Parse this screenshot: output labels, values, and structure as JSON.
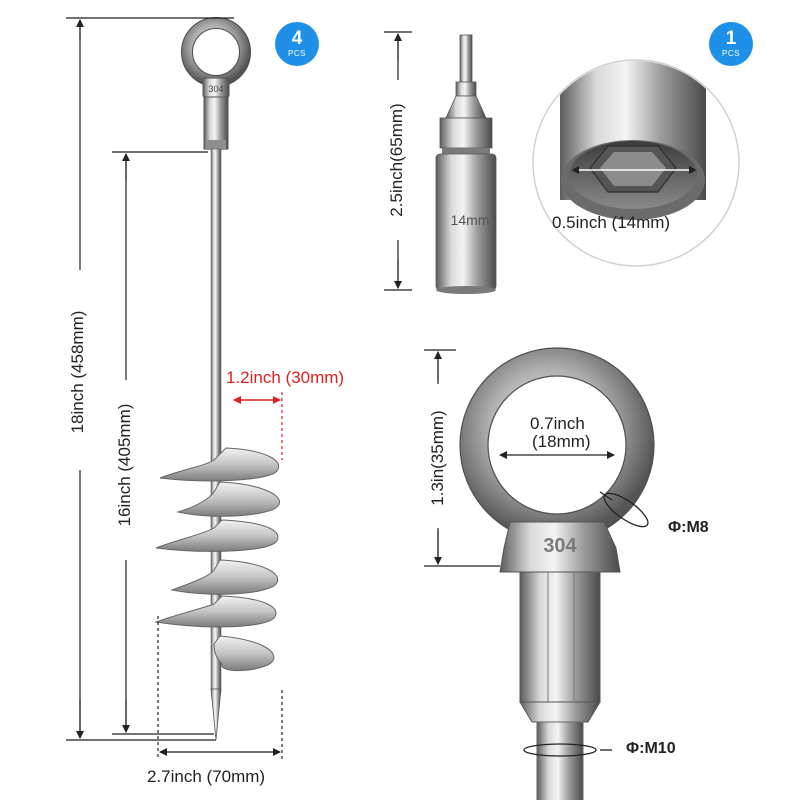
{
  "badges": {
    "auger": {
      "count": "4",
      "unit": "PCS"
    },
    "socket": {
      "count": "1",
      "unit": "PCS"
    }
  },
  "dimensions": {
    "total_length": "18inch (458mm)",
    "shaft_length": "16inch (405mm)",
    "blade_width": "1.2inch (30mm)",
    "spiral_diameter": "2.7inch (70mm)",
    "socket_length": "2.5inch(65mm)",
    "socket_opening": "0.5inch (14mm)",
    "eye_height": "1.3in(35mm)",
    "eye_inner_line1": "0.7inch",
    "eye_inner_line2": "(18mm)",
    "thread_diameter": "Φ:M8",
    "shaft_diameter": "Φ:M10"
  },
  "engravings": {
    "eye_stamp": "304",
    "socket_stamp": "14mm"
  },
  "colors": {
    "badge_blue": "#1e90e8",
    "highlight_red": "#e02020",
    "dimension_line": "#222222",
    "steel_light": "#e6e6e6",
    "steel_mid": "#a9a9a9",
    "steel_dark": "#5a5a5a"
  }
}
